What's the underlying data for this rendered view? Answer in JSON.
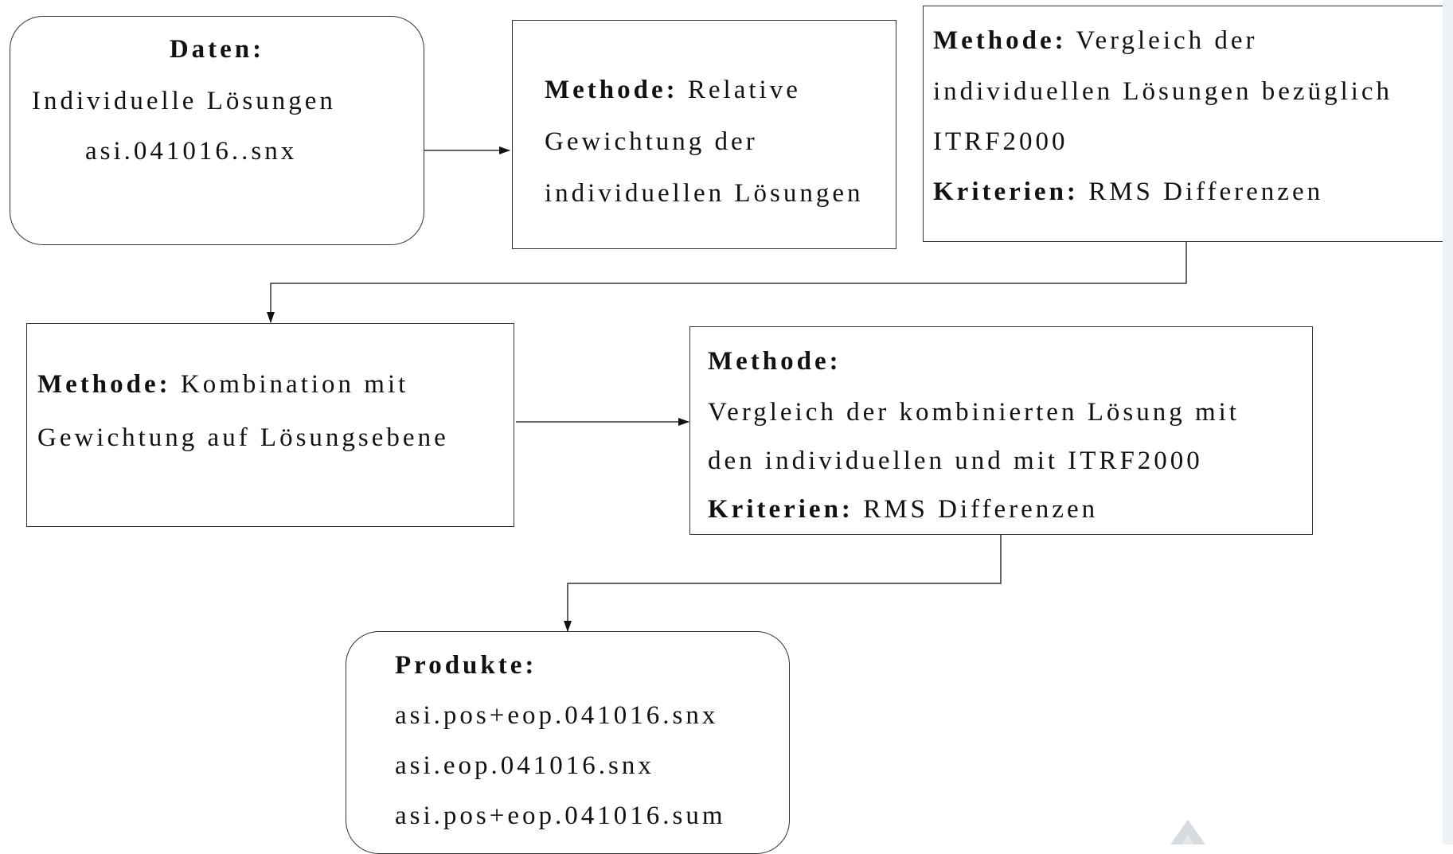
{
  "boxes": {
    "daten": {
      "label": "Daten:",
      "lines": [
        "Individuelle Lösungen",
        "asi.041016..snx"
      ]
    },
    "gewichtung": {
      "label": "Methode:",
      "first_line_rest": "Relative",
      "lines": [
        "Gewichtung der",
        "individuellen Lösungen"
      ]
    },
    "vergleich_itrf": {
      "label": "Methode:",
      "first_line_rest": "Vergleich der",
      "lines": [
        "individuellen Lösungen bezüglich",
        "ITRF2000"
      ],
      "criteria_label": "Kriterien:",
      "criteria_text": "RMS Differenzen"
    },
    "kombination": {
      "label": "Methode:",
      "first_line_rest": "Kombination mit",
      "lines": [
        "Gewichtung auf Lösungsebene"
      ]
    },
    "vergleich_kombiniert": {
      "label": "Methode:",
      "lines": [
        "Vergleich der kombinierten Lösung mit",
        "den individuellen und mit ITRF2000"
      ],
      "criteria_label": "Kriterien:",
      "criteria_text": "RMS Differenzen"
    },
    "produkte": {
      "label": "Produkte:",
      "lines": [
        "asi.pos+eop.041016.snx",
        "asi.eop.041016.snx",
        "asi.pos+eop.041016.sum"
      ]
    }
  },
  "colors": {
    "stroke": "#333333",
    "text": "#111111",
    "background": "#ffffff"
  }
}
